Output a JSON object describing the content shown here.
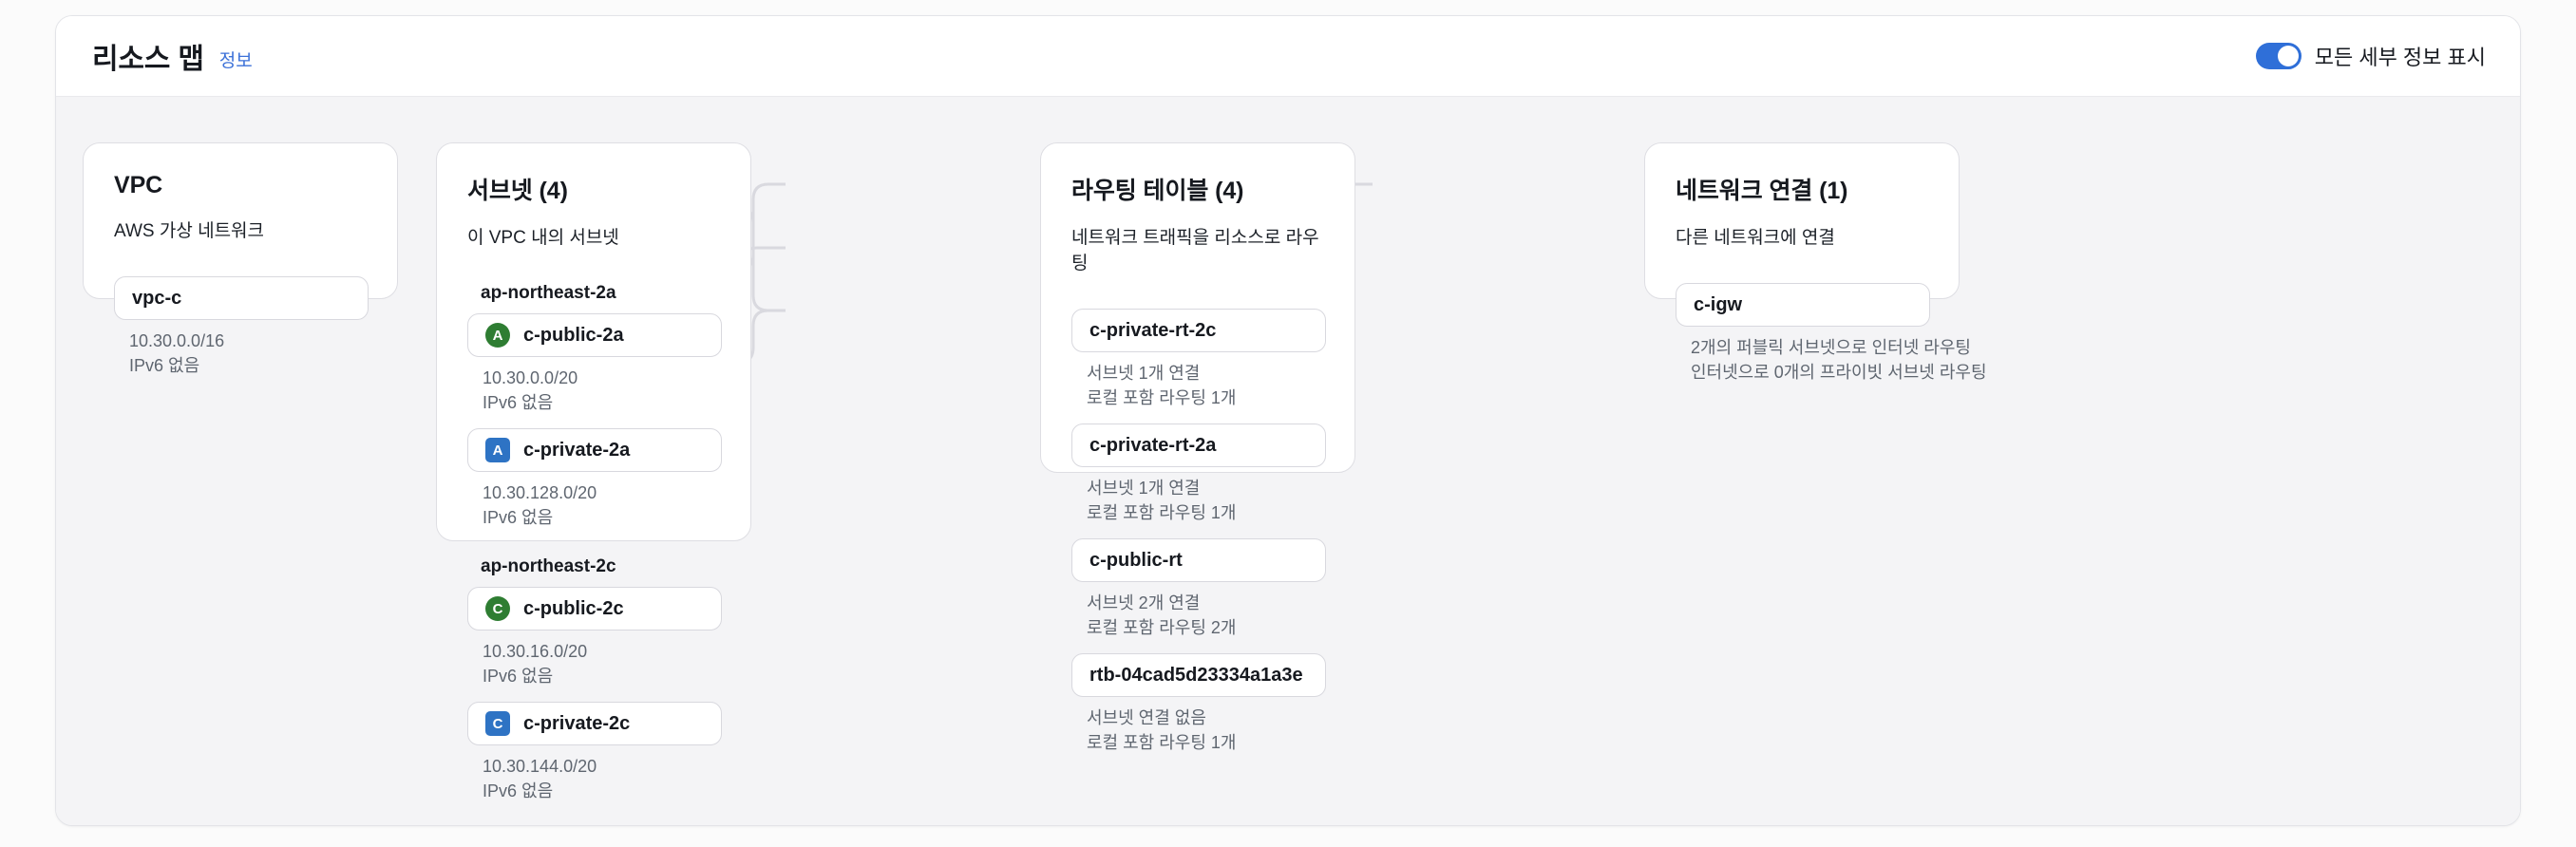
{
  "header": {
    "title": "리소스 맵",
    "info_link": "정보",
    "toggle": {
      "label": "모든 세부 정보 표시",
      "state": "on",
      "on_color": "#2f6fd8"
    }
  },
  "colors": {
    "page_background": "#fbfbfb",
    "panel_background": "#ffffff",
    "map_background": "#f4f4f6",
    "card_border": "#dedee3",
    "node_border": "#d8d8de",
    "connector": "#d9d9df",
    "link_blue": "#3c71d8",
    "badge_public_green": "#2e7d32",
    "badge_private_blue": "#2e73c4",
    "meta_text": "#5f6670",
    "primary_text": "#16191f"
  },
  "columns": {
    "vpc": {
      "title": "VPC",
      "subtitle": "AWS 가상 네트워크",
      "nodes": [
        {
          "label": "vpc-c",
          "meta": [
            "10.30.0.0/16",
            "IPv6 없음"
          ]
        }
      ]
    },
    "subnets": {
      "title": "서브넷 (4)",
      "subtitle": "이 VPC 내의 서브넷",
      "groups": [
        {
          "az": "ap-northeast-2a",
          "nodes": [
            {
              "label": "c-public-2a",
              "badge": {
                "text": "A",
                "shape": "circle",
                "kind": "public-subnet-badge"
              },
              "meta": [
                "10.30.0.0/20",
                "IPv6 없음"
              ]
            },
            {
              "label": "c-private-2a",
              "badge": {
                "text": "A",
                "shape": "square",
                "kind": "private-subnet-badge"
              },
              "meta": [
                "10.30.128.0/20",
                "IPv6 없음"
              ]
            }
          ]
        },
        {
          "az": "ap-northeast-2c",
          "nodes": [
            {
              "label": "c-public-2c",
              "badge": {
                "text": "C",
                "shape": "circle",
                "kind": "public-subnet-badge"
              },
              "meta": [
                "10.30.16.0/20",
                "IPv6 없음"
              ]
            },
            {
              "label": "c-private-2c",
              "badge": {
                "text": "C",
                "shape": "square",
                "kind": "private-subnet-badge"
              },
              "meta": [
                "10.30.144.0/20",
                "IPv6 없음"
              ]
            }
          ]
        }
      ]
    },
    "route_tables": {
      "title": "라우팅 테이블 (4)",
      "subtitle": "네트워크 트래픽을 리소스로 라우팅",
      "nodes": [
        {
          "label": "c-private-rt-2c",
          "meta": [
            "서브넷 1개 연결",
            "로컬 포함 라우팅 1개"
          ]
        },
        {
          "label": "c-private-rt-2a",
          "meta": [
            "서브넷 1개 연결",
            "로컬 포함 라우팅 1개"
          ]
        },
        {
          "label": "c-public-rt",
          "meta": [
            "서브넷 2개 연결",
            "로컬 포함 라우팅 2개"
          ]
        },
        {
          "label": "rtb-04cad5d23334a1a3e",
          "meta": [
            "서브넷 연결 없음",
            "로컬 포함 라우팅 1개"
          ]
        }
      ]
    },
    "network_connections": {
      "title": "네트워크 연결 (1)",
      "subtitle": "다른 네트워크에 연결",
      "nodes": [
        {
          "label": "c-igw",
          "meta": [
            "2개의 퍼블릭 서브넷으로 인터넷 라우팅",
            "인터넷으로 0개의 프라이빗 서브넷 라우팅"
          ]
        }
      ]
    }
  }
}
